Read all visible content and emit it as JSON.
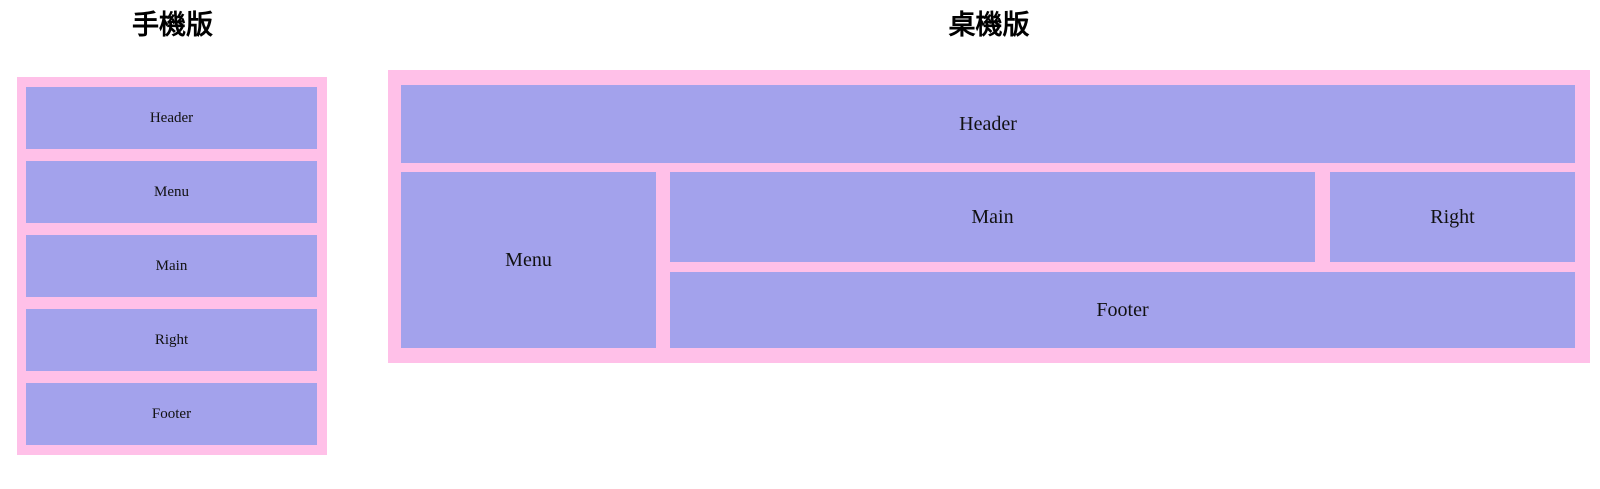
{
  "page": {
    "background_color": "#ffffff",
    "frame_color": "#ffc0e8",
    "block_color": "#a3a2ec",
    "text_color": "#111111",
    "title_color": "#000000"
  },
  "mobile": {
    "title": "手機版",
    "blocks": [
      {
        "label": "Header"
      },
      {
        "label": "Menu"
      },
      {
        "label": "Main"
      },
      {
        "label": "Right"
      },
      {
        "label": "Footer"
      }
    ]
  },
  "desktop": {
    "title": "桌機版",
    "blocks": [
      {
        "label": "Header"
      },
      {
        "label": "Menu"
      },
      {
        "label": "Main"
      },
      {
        "label": "Right"
      },
      {
        "label": "Footer"
      }
    ]
  }
}
